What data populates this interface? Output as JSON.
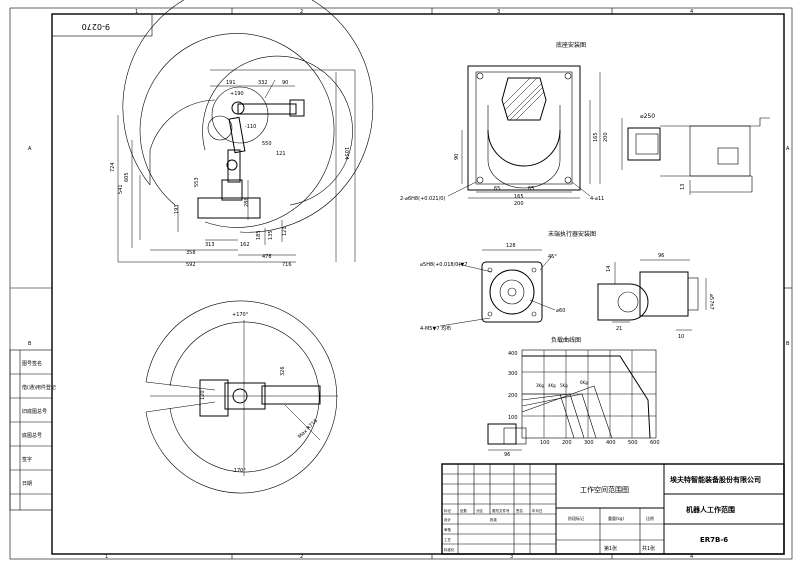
{
  "zone_cols": [
    "1",
    "2",
    "3",
    "4"
  ],
  "zone_rows": [
    "A",
    "B"
  ],
  "corner_stamp": "9-0270",
  "section_titles": {
    "base_mount": "底座安装图",
    "end_effector": "末端执行器安装图",
    "load_curve": "负载曲线图"
  },
  "side_view_dims": [
    "191",
    "332",
    "90",
    "+190",
    "-110",
    "550",
    "121",
    "1054",
    "724",
    "605",
    "541",
    "193",
    "553",
    "288",
    "185",
    "135",
    "121",
    "358",
    "313",
    "162",
    "478",
    "592",
    "716"
  ],
  "top_view_labels": {
    "plus_angle": "+170°",
    "minus_angle": "-170°",
    "radius": "Max R716",
    "d1": "120",
    "d2": "326"
  },
  "base_dims": [
    "90",
    "65",
    "65",
    "165",
    "165",
    "200",
    "4-⌀11",
    "2-⌀6H8(+0.021/0)"
  ],
  "flange_dims": [
    "⌀250",
    "13"
  ],
  "end_effector_dims": [
    "128",
    "⌀5H8(+0.018/0)▼7",
    "45°",
    "⌀60",
    "4-M5▼7 均布"
  ],
  "wrist_dims": [
    "14",
    "96",
    "⌀57h7",
    "21",
    "10"
  ],
  "load_curve": {
    "ylabels": [
      "400",
      "300",
      "200",
      "100"
    ],
    "xlabels": [
      "100",
      "200",
      "300",
      "400",
      "500",
      "600"
    ],
    "series_labels": [
      "3Kg",
      "4Kg",
      "5Kg",
      "6Kg"
    ],
    "wrist_dim": "96"
  },
  "title_block": {
    "title": "工作空间范围图",
    "company": "埃夫特智能装备股份有限公司",
    "drawing_name": "机器人工作范围",
    "drawing_no": "ER7B-6",
    "sheet": "第1张",
    "total": "共1张",
    "scale_label": "比例",
    "weight_label": "重量(kg)",
    "stage_label": "阶段标记",
    "rev_cells": [
      "标记",
      "处数",
      "分区",
      "更改文件号",
      "签名",
      "年月日"
    ],
    "role_cells": [
      "设计",
      "审核",
      "工艺",
      "标准化",
      "批准"
    ]
  },
  "left_strip": [
    "借(通)用件登记",
    "旧底图总号",
    "底图总号",
    "签字",
    "日期"
  ],
  "left_strip_top": "图号签名"
}
